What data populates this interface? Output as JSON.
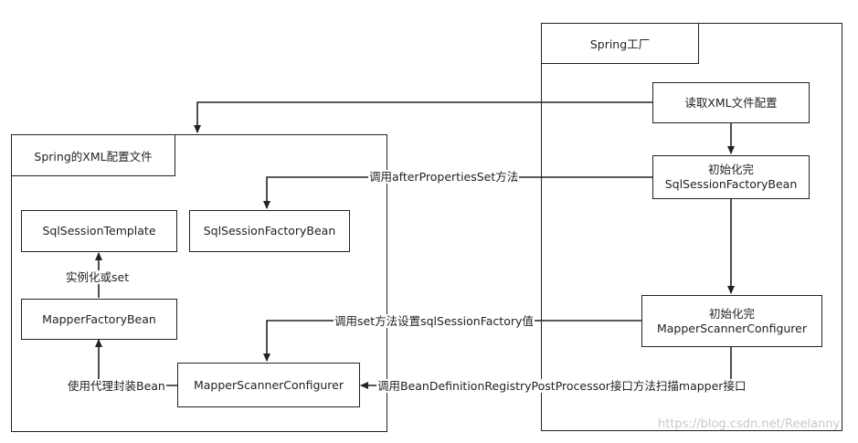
{
  "spring_factory": {
    "title": "Spring工厂",
    "read_xml": "读取XML文件配置",
    "init_sqlsession_factory": [
      "初始化完",
      "SqlSessionFactoryBean"
    ],
    "init_mapper_scanner": [
      "初始化完",
      "MapperScannerConfigurer"
    ]
  },
  "xml_config": {
    "title": "Spring的XML配置文件",
    "sqlsession_template": "SqlSessionTemplate",
    "sqlsession_factory_bean": "SqlSessionFactoryBean",
    "mapper_factory_bean": "MapperFactoryBean",
    "mapper_scanner_configurer": "MapperScannerConfigurer"
  },
  "edge_labels": {
    "call_after_properties_set": "调用afterPropertiesSet方法",
    "call_set_sqlsession_factory": "调用set方法设置sqlSessionFactory值",
    "call_registry_post_processor": "调用BeanDefinitionRegistryPostProcessor接口方法扫描mapper接口",
    "instantiate_or_set": "实例化或set",
    "proxy_wrap_bean": "使用代理封装Bean"
  },
  "watermark": "https://blog.csdn.net/Reelanny"
}
